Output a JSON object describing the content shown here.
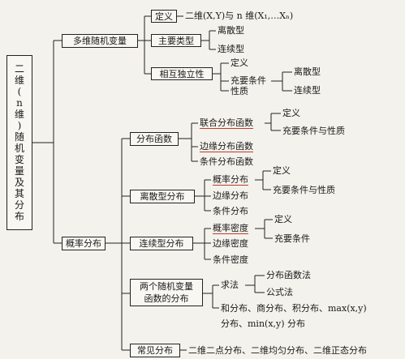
{
  "root": {
    "chars": [
      "二",
      "维",
      "(",
      "n",
      "维",
      ")",
      "随",
      "机",
      "变",
      "量",
      "及",
      "其",
      "分",
      "布"
    ]
  },
  "multivar": {
    "label": "多维随机变量",
    "definition": {
      "label": "定义",
      "text": "二维(X,Y)与 n 维(X₁,…Xₙ)"
    },
    "main_types": {
      "label": "主要类型",
      "items": [
        "离散型",
        "连续型"
      ]
    },
    "independence": {
      "label": "相互独立性",
      "items": [
        "定义",
        "充要条件",
        "性质"
      ],
      "sub": [
        "离散型",
        "连续型"
      ]
    }
  },
  "prob_dist": {
    "label": "概率分布",
    "dist_func": {
      "label": "分布函数",
      "items": [
        "联合分布函数",
        "边缘分布函数",
        "条件分布函数"
      ],
      "sub": [
        "定义",
        "充要条件与性质"
      ]
    },
    "discrete": {
      "label": "离散型分布",
      "items": [
        "概率分布",
        "边缘分布",
        "条件分布"
      ],
      "sub": [
        "定义",
        "充要条件与性质"
      ]
    },
    "continuous": {
      "label": "连续型分布",
      "items": [
        "概率密度",
        "边缘密度",
        "条件密度"
      ],
      "sub": [
        "定义",
        "充要条件"
      ]
    },
    "func_dist": {
      "label_line1": "两个随机变量",
      "label_line2": "函数的分布",
      "method": "求法",
      "method_items": [
        "分布函数法",
        "公式法"
      ],
      "extra_line1": "和分布、商分布、积分布、max(x,y)",
      "extra_line2": "分布、min(x,y) 分布"
    },
    "common": {
      "label": "常见分布",
      "text": "二维二点分布、二维均匀分布、二维正态分布"
    }
  }
}
